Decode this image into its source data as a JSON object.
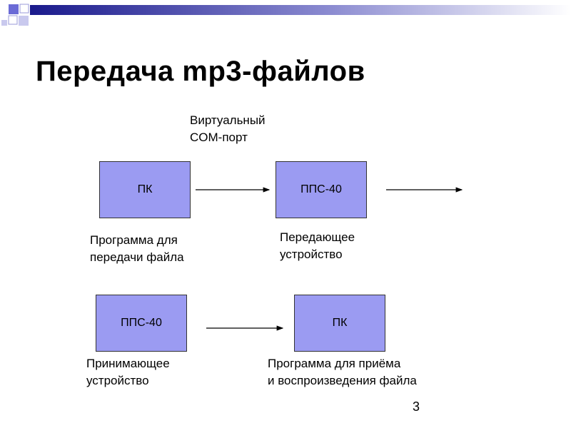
{
  "title": "Передача mp3-файлов",
  "row1": {
    "box_left": "ПК",
    "box_right": "ППС-40",
    "label_top_line1": "Виртуальный",
    "label_top_line2": "COM-порт",
    "label_left_line1": "Программа для",
    "label_left_line2": "передачи файла",
    "label_right_line1": "Передающее",
    "label_right_line2": "устройство"
  },
  "row2": {
    "box_left": "ППС-40",
    "box_right": "ПК",
    "label_left_line1": "Принимающее",
    "label_left_line2": "устройство",
    "label_right_line1": "Программа для приёма",
    "label_right_line2": "и воспроизведения файла"
  },
  "page_number": "3",
  "colors": {
    "box_fill": "#9b9bf2",
    "banner_dark": "#1a1a8c",
    "accent_square": "#6b6bd6"
  }
}
